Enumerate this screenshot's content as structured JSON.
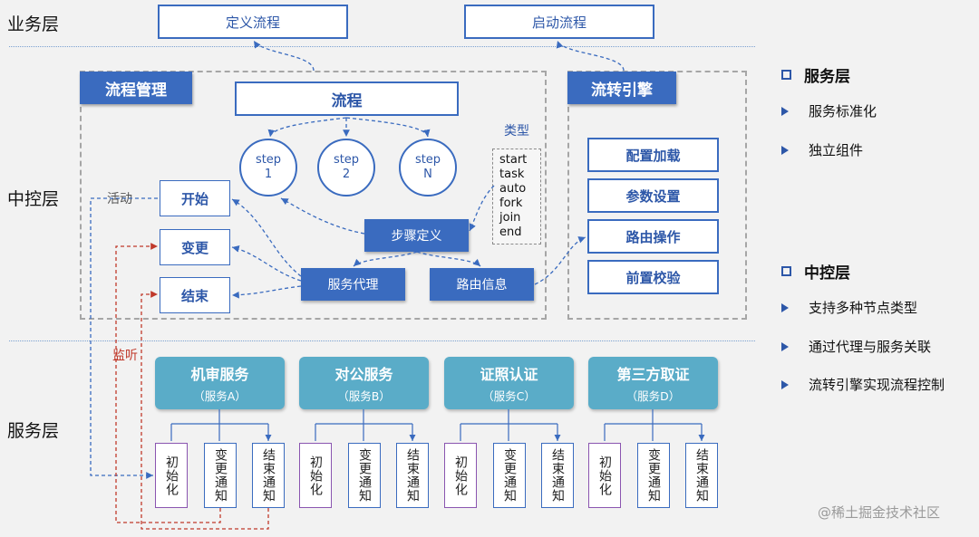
{
  "layers": {
    "business": "业务层",
    "control": "中控层",
    "service": "服务层"
  },
  "top_boxes": {
    "define_flow": "定义流程",
    "start_flow": "启动流程"
  },
  "process_mgmt": {
    "title": "流程管理",
    "flow": "流程",
    "steps": [
      {
        "line1": "step",
        "line2": "1"
      },
      {
        "line1": "step",
        "line2": "2"
      },
      {
        "line1": "step",
        "line2": "N"
      }
    ],
    "type_label": "类型",
    "types": [
      "start",
      "task",
      "auto",
      "fork",
      "join",
      "end"
    ],
    "activity_label": "活动",
    "activities": [
      "开始",
      "变更",
      "结束"
    ],
    "step_def": "步骤定义",
    "service_proxy": "服务代理",
    "route_info": "路由信息",
    "listen_label": "监听"
  },
  "flow_engine": {
    "title": "流转引擎",
    "items": [
      "配置加载",
      "参数设置",
      "路由操作",
      "前置校验"
    ]
  },
  "services": [
    {
      "name": "机审服务",
      "sub": "（服务A）"
    },
    {
      "name": "对公服务",
      "sub": "（服务B）"
    },
    {
      "name": "证照认证",
      "sub": "（服务C）"
    },
    {
      "name": "第三方取证",
      "sub": "（服务D）"
    }
  ],
  "service_actions": [
    "初始化",
    "变更通知",
    "结束通知"
  ],
  "legend": {
    "sections": [
      {
        "title": "服务层",
        "items": [
          "服务标准化",
          "独立组件"
        ]
      },
      {
        "title": "中控层",
        "items": [
          "支持多种节点类型",
          "通过代理与服务关联",
          "流转引擎实现流程控制"
        ]
      }
    ]
  },
  "watermark": "@稀土掘金技术社区",
  "colors": {
    "primary_blue": "#3a6bbf",
    "service_teal": "#5aacc8",
    "listen_red": "#c0392b",
    "purple_border": "#8a55b0"
  }
}
